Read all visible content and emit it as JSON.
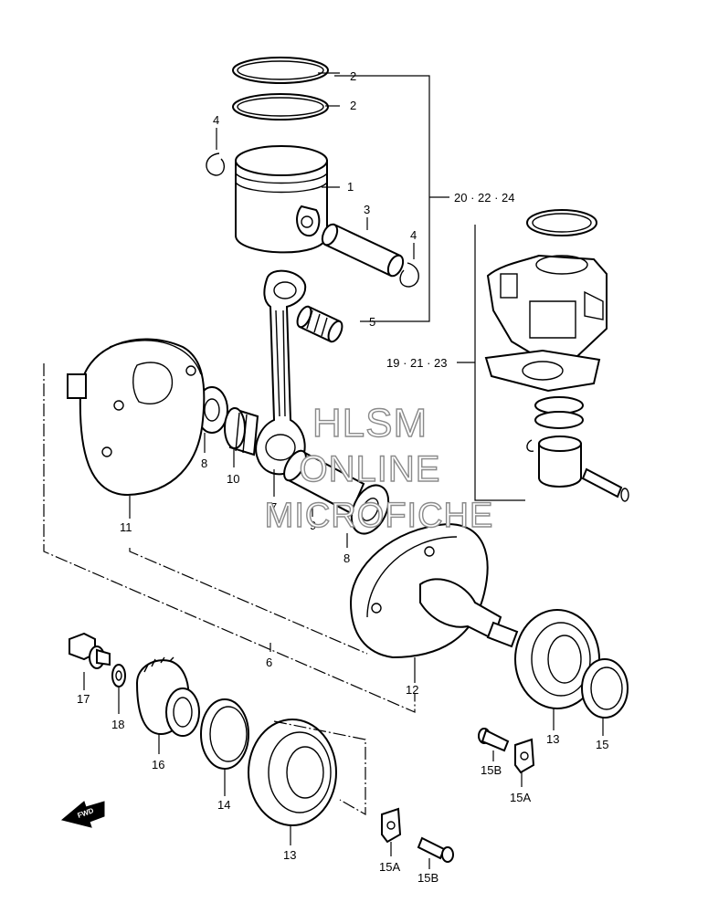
{
  "labels": {
    "p1": "1",
    "p2a": "2",
    "p2b": "2",
    "p3": "3",
    "p4a": "4",
    "p4b": "4",
    "p5": "5",
    "p6": "6",
    "p7": "7",
    "p8a": "8",
    "p8b": "8",
    "p9": "9",
    "p10": "10",
    "p11": "11",
    "p12": "12",
    "p13a": "13",
    "p13b": "13",
    "p14": "14",
    "p15": "15",
    "p15a1": "15A",
    "p15a2": "15A",
    "p15b1": "15B",
    "p15b2": "15B",
    "p16": "16",
    "p17": "17",
    "p18": "18",
    "kit_piston": "20 · 22 · 24",
    "kit_cylinder": "19 · 21 · 23"
  },
  "watermark": {
    "line1": "HLSM",
    "line2": "ONLINE",
    "line3": "MICROFICHE"
  },
  "fwd_arrow": {
    "text": "FWD",
    "icon": "fwd-arrow-icon"
  }
}
